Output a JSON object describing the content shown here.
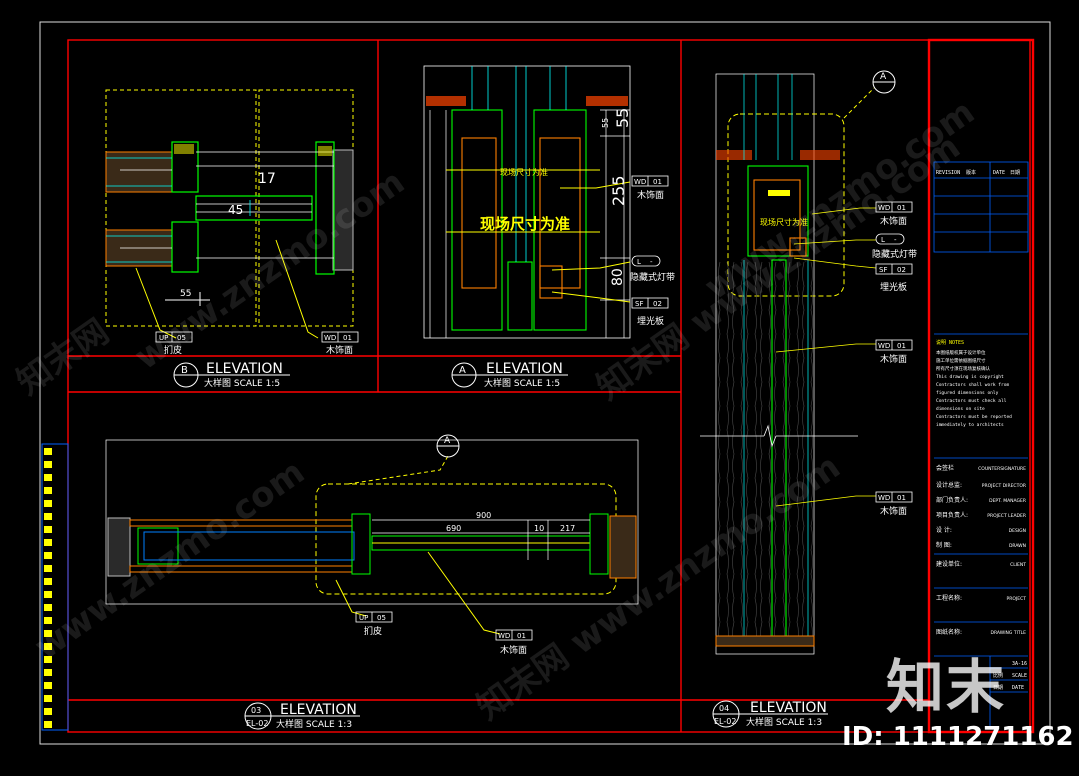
{
  "views": {
    "b": {
      "letter": "B",
      "title": "ELEVATION",
      "subtitle": "大样图  SCALE 1:5"
    },
    "a": {
      "letter": "A",
      "title": "ELEVATION",
      "subtitle": "大样图  SCALE 1:5"
    },
    "v03": {
      "num": "03",
      "code": "EL-02",
      "title": "ELEVATION",
      "subtitle": "大样图  SCALE 1:3"
    },
    "v04": {
      "num": "04",
      "code": "EL-02",
      "title": "ELEVATION",
      "subtitle": "大样图  SCALE 1:3"
    }
  },
  "callout_a": "A",
  "labels": {
    "site_dim_big": "现场尺寸为准",
    "site_dim_small": "现场尺寸为准",
    "dim_17": "17",
    "dim_45": "45",
    "dim_55": "55",
    "dim_55b": "55",
    "dim_255": "255",
    "dim_80": "80",
    "dim_900": "900",
    "dim_690": "690",
    "dim_10": "10",
    "dim_217": "217"
  },
  "tags": {
    "up05": {
      "code": "UP",
      "num": "05",
      "text": "扪皮"
    },
    "wd01": {
      "code": "WD",
      "num": "01",
      "text": "木饰面"
    },
    "l": {
      "code": "L",
      "num": "-",
      "text": "隐藏式灯带"
    },
    "sf02": {
      "code": "SF",
      "num": "02",
      "text": "埋光板"
    }
  },
  "title_block": {
    "rev_header": [
      "REVISION",
      "版本",
      "DATE",
      "日期"
    ],
    "notes_title": "说明 NOTES",
    "notes": [
      "本图纸版权属于设计单位",
      "施工单位需依据图纸尺寸",
      "所有尺寸须在现场复核确认",
      "This drawing is copyright",
      "Contractors shall work from",
      "figured dimensions only",
      "Contractors must check all",
      "dimensions on site",
      "Contractors must be reported",
      "immediately to architects"
    ],
    "fields": [
      {
        "cn": "会签栏",
        "en": "COUNTERSIGNATURE"
      },
      {
        "cn": "设计总监:",
        "en": "PROJECT DIRECTOR"
      },
      {
        "cn": "部门负责人:",
        "en": "DEPT. MANAGER"
      },
      {
        "cn": "项目负责人:",
        "en": "PROJECT LEADER"
      },
      {
        "cn": "设  计:",
        "en": "DESIGN"
      },
      {
        "cn": "制  图:",
        "en": "DRAWN"
      },
      {
        "cn": "建设单位:",
        "en": "CLIENT"
      },
      {
        "cn": "工程名称:",
        "en": "PROJECT"
      },
      {
        "cn": "图纸名称:",
        "en": "DRAWING TITLE"
      }
    ],
    "bottom": [
      {
        "k": "比例",
        "v": "SCALE"
      },
      {
        "k": "日期",
        "v": "DATE"
      }
    ],
    "no": "3A-16"
  },
  "watermarks": [
    "www.znzmo.com",
    "知末网",
    "知末网 www.znzmo.com",
    "www.znzmo.com",
    "知末网 www.znzmo.com",
    "www.znzmo.com"
  ],
  "logo": "知末",
  "image_id": "ID: 1111271162",
  "colors": {
    "border": "#ff0000",
    "yellow": "#ffff00",
    "green": "#00ff00",
    "cyan": "#00ffff",
    "white": "#ffffff",
    "orange": "#ff8000"
  }
}
